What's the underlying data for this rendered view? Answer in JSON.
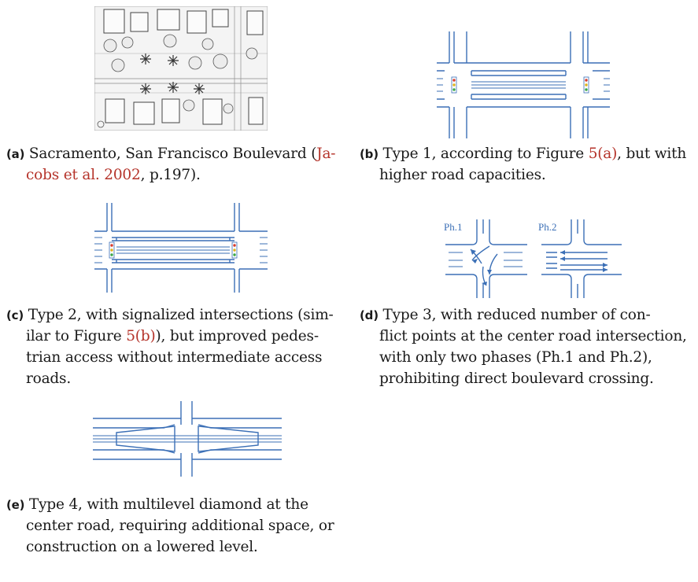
{
  "colors": {
    "road": "#3b6fb6",
    "reference": "#b5332a",
    "text": "#1a1a1a",
    "signal_red": "#d93b2b",
    "signal_yellow": "#e0b21c",
    "signal_green": "#3aa845"
  },
  "panels": {
    "a": {
      "label": "(a)",
      "text_1": " Sacramento, San Francisco Boulevard (",
      "ref_1": "Ja-",
      "ref_2": "cobs et al. 2002",
      "text_2": ", p.197)."
    },
    "b": {
      "label": "(b)",
      "text_1": " Type 1, according to Figure ",
      "ref_1": "5(a)",
      "text_2": ", but with",
      "line_2": "higher road capacities."
    },
    "c": {
      "label": "(c)",
      "line_1": " Type 2, with signalized intersections (sim-",
      "line_2_a": "ilar to Figure ",
      "ref_1": "5(b)",
      "line_2_b": "), but improved pedes-",
      "line_3": "trian access without intermediate access",
      "line_4": "roads."
    },
    "d": {
      "label": "(d)",
      "line_1": " Type 3, with reduced number of con-",
      "line_2": "flict points at the center road intersection,",
      "line_3": "with only two phases (Ph.1 and Ph.2),",
      "line_4": "prohibiting direct boulevard crossing.",
      "phase_1": "Ph.1",
      "phase_2": "Ph.2"
    },
    "e": {
      "label": "(e)",
      "line_1": " Type 4, with multilevel diamond at the",
      "line_2": "center road, requiring additional space, or",
      "line_3": "construction on a lowered level."
    }
  }
}
